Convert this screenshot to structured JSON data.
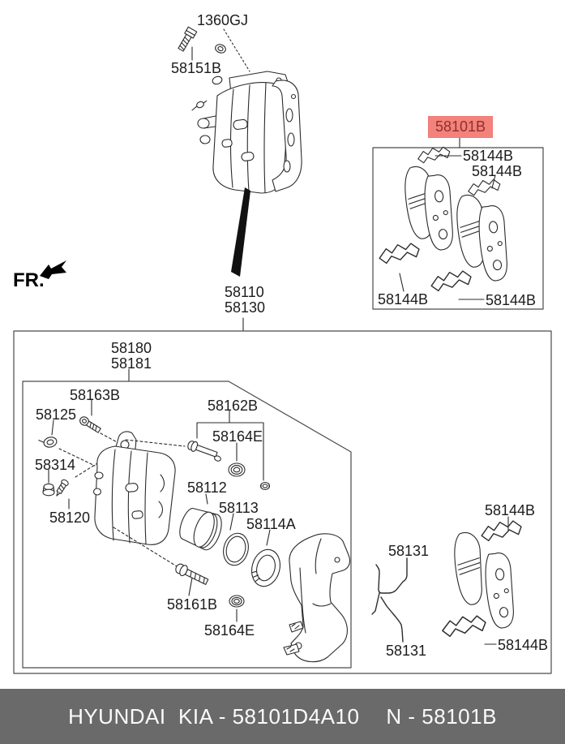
{
  "colors": {
    "highlight_bg": "#f4827c",
    "highlight_fg": "#8f2f28",
    "footer_bg": "#6a6a6a",
    "footer_fg": "#fbfbfb",
    "line": "#2b2b2b"
  },
  "fr_label": "FR.",
  "highlight": {
    "part_no": "58101B"
  },
  "labels": {
    "bolt_1360gj": "1360GJ",
    "bolt_58151b": "58151B",
    "caliper_58110": "58110",
    "caliper_58130": "58130",
    "pad_kit_58144b_1": "58144B",
    "pad_kit_58144b_2": "58144B",
    "pad_kit_58144b_3": "58144B",
    "pad_kit_58144b_4": "58144B",
    "carrier_58180": "58180",
    "carrier_58181": "58181",
    "bolt_58163b": "58163B",
    "clip_58125": "58125",
    "rod_58162b": "58162B",
    "boot_58164e_upper": "58164E",
    "cap_58314": "58314",
    "bleeder_58120": "58120",
    "piston_58112": "58112",
    "seal_58113": "58113",
    "boot_58114a": "58114A",
    "bolt_58161b": "58161B",
    "boot_58164e_lower": "58164E",
    "wire_58131_top": "58131",
    "wire_58131_bottom": "58131",
    "pad_58144b_top": "58144B",
    "pad_58144b_bottom": "58144B"
  },
  "footer": {
    "left": "HYUNDAI  KIA - 58101D4A10",
    "right": "N - 58101B"
  }
}
